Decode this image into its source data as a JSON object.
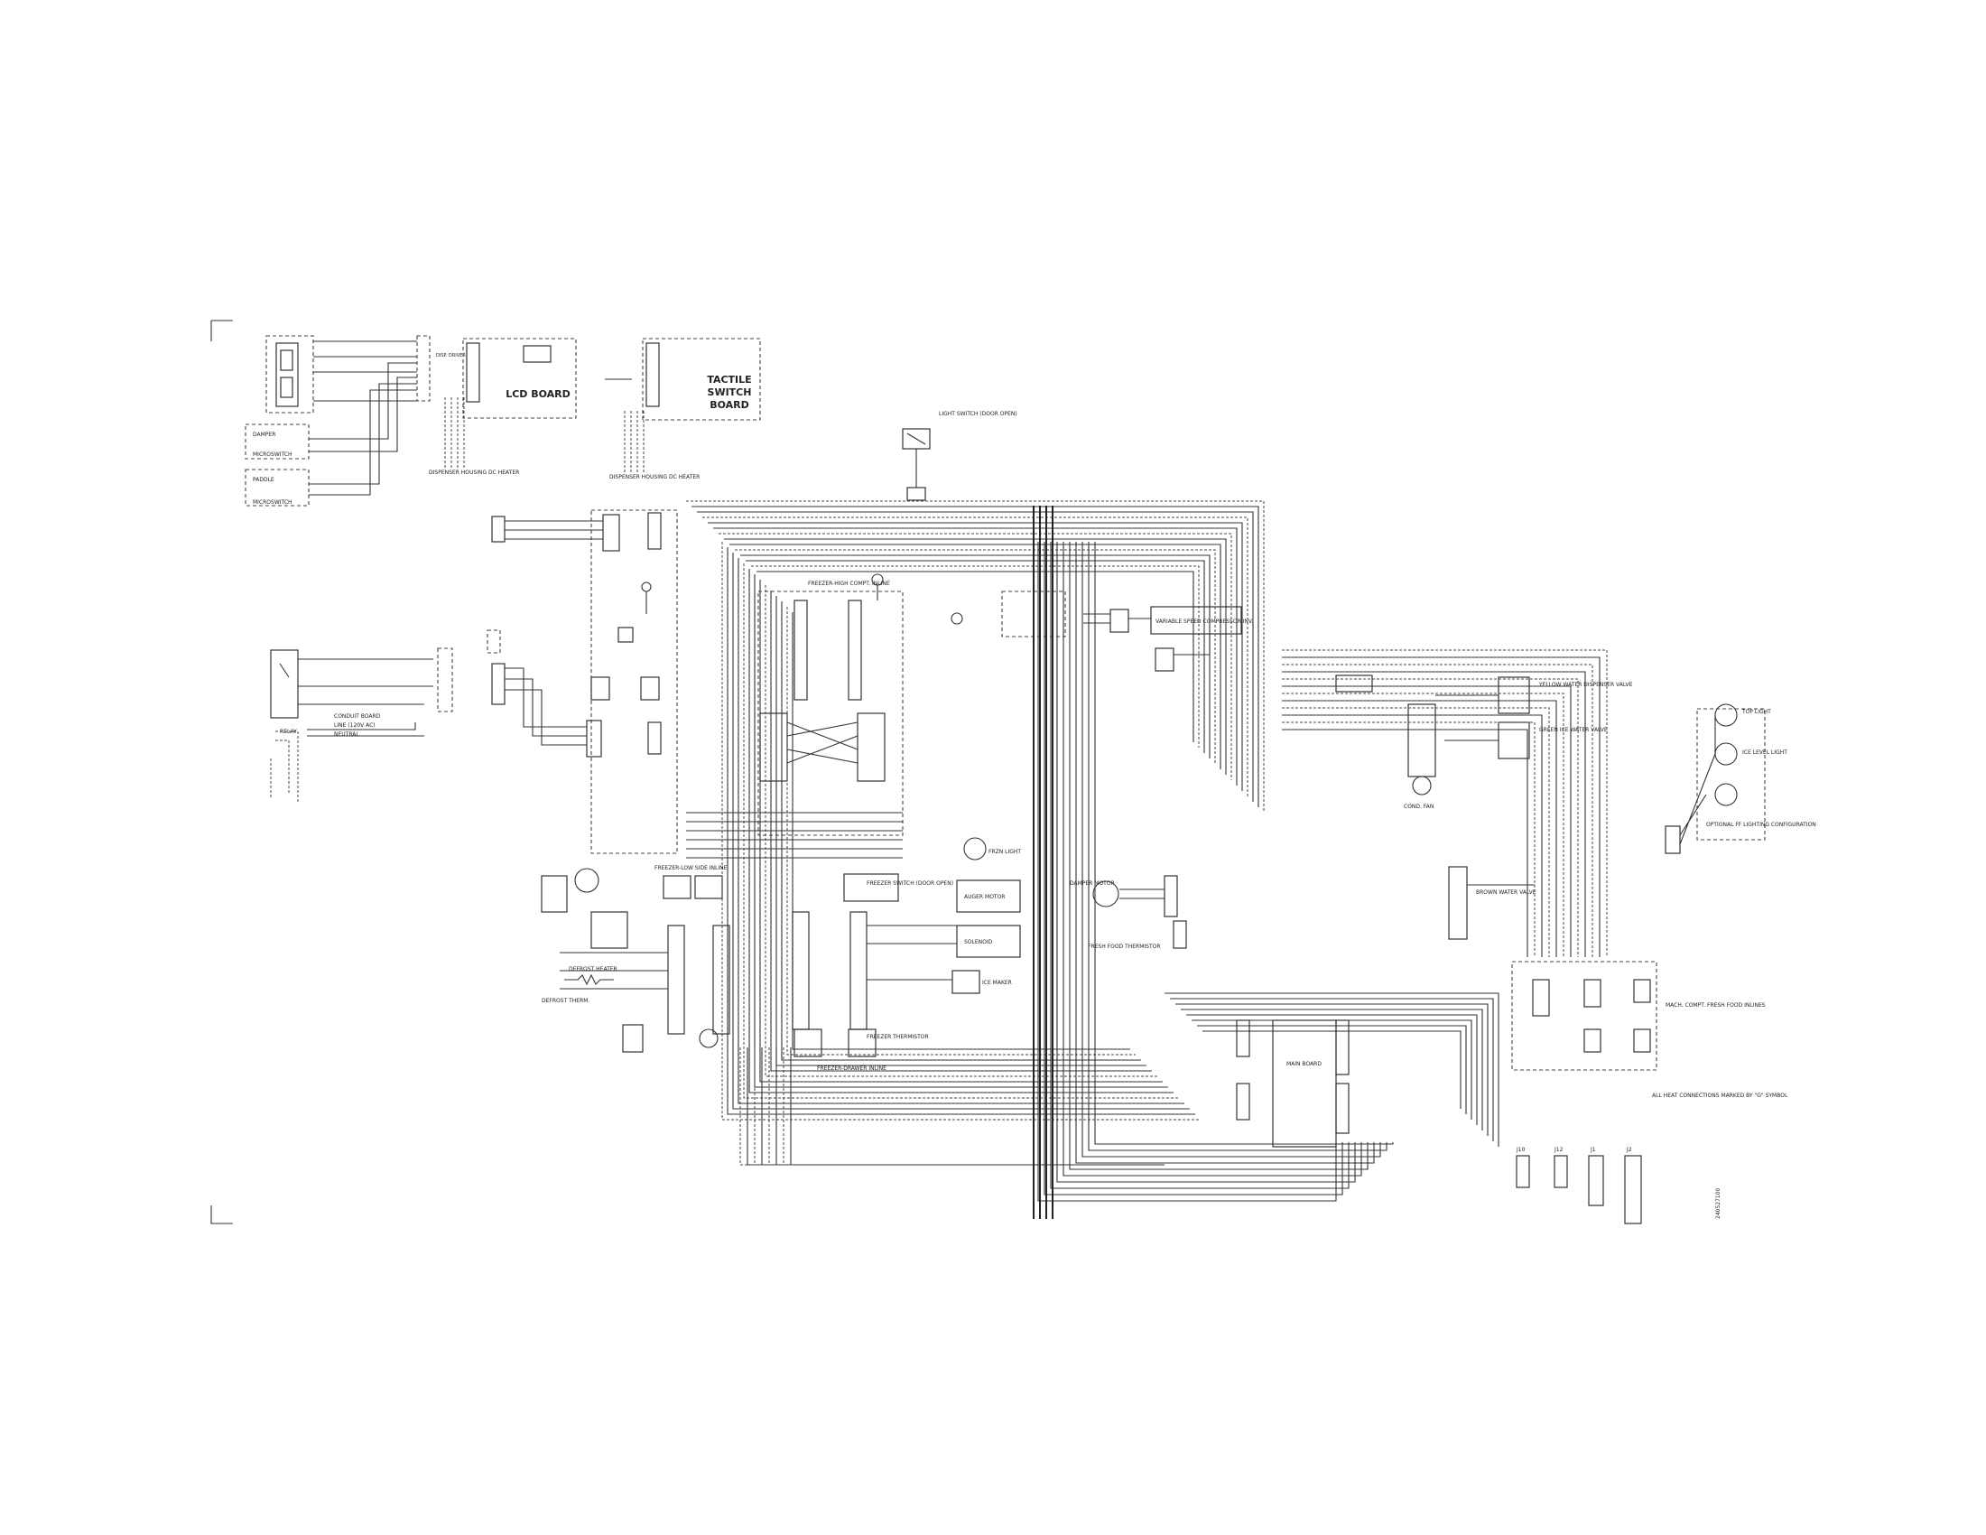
{
  "labels": {
    "lcd_board": "LCD BOARD",
    "lcd_board_2": "BOARD",
    "tactile_1": "TACTILE",
    "tactile_2": "SWITCH",
    "tactile_3": "BOARD",
    "damper_micro": "DAMPER",
    "paddle_micro": "PADDLE",
    "microswitch": "MICROSWITCH",
    "dispenser_heater": "DISPENSER HOUSING DC HEATER",
    "light_switch": "LIGHT SWITCH (DOOR OPEN)",
    "freezer_high_inline": "FREEZER-HIGH COMPT. INLINE",
    "freezer_low_inline": "FREEZER-LOW SIDE INLINE",
    "freezer_drawer_inline": "FREEZER-DRAWER INLINE",
    "freezer_switch": "FREEZER SWITCH (DOOR OPEN)",
    "auger_motor": "AUGER MOTOR",
    "solenoid": "SOLENOID",
    "ice_maker": "ICE MAKER",
    "freezer_thermistor": "FREEZER THERMISTOR",
    "defrost_heater": "DEFROST HEATER",
    "defrost_therm": "DEFROST THERM.",
    "frzn_light": "FRZN LIGHT",
    "variable_speed": "VARIABLE SPEED COMPRESSOR INV.",
    "relay": "RELAY",
    "conduit_board": "CONDUIT BOARD",
    "line": "LINE (120V AC)",
    "neutral": "NEUTRAL",
    "damper_motor": "DAMPER MOTOR",
    "fresh_food_thermistor": "FRESH FOOD THERMISTOR",
    "main_board": "MAIN BOARD",
    "mach_compt_inline": "MACH. COMPT. FRESH FOOD INLINES",
    "top_light": "TOP LIGHT",
    "ice_level_light": "ICE LEVEL LIGHT",
    "optional_light": "OPTIONAL FF LIGHTING CONFIGURATION",
    "yellow_valve": "YELLOW WATER DISPENSER VALVE",
    "green_valve": "GREEN ICE WATER VALVE",
    "brown_valve": "BROWN WATER VALVE",
    "cond_fan": "COND. FAN",
    "ground_note": "ALL HEAT CONNECTIONS MARKED BY \"G\" SYMBOL",
    "connectors": [
      "J10",
      "J12",
      "J1",
      "J2"
    ],
    "drawing_no": "240527100"
  }
}
